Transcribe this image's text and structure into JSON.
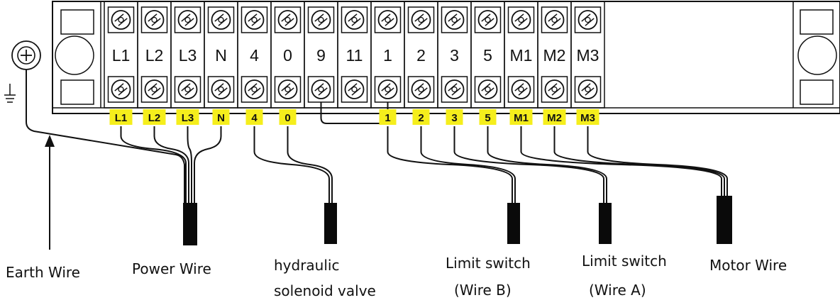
{
  "terminal_block": {
    "terminals": [
      "L1",
      "L2",
      "L3",
      "N",
      "4",
      "0",
      "9",
      "11",
      "1",
      "2",
      "3",
      "5",
      "M1",
      "M2",
      "M3"
    ]
  },
  "wire_tags": [
    {
      "label": "L1",
      "terminal": "L1"
    },
    {
      "label": "L2",
      "terminal": "L2"
    },
    {
      "label": "L3",
      "terminal": "L3"
    },
    {
      "label": "N",
      "terminal": "N"
    },
    {
      "label": "4",
      "terminal": "4"
    },
    {
      "label": "0",
      "terminal": "0"
    },
    {
      "label": "1",
      "terminal": "1"
    },
    {
      "label": "2",
      "terminal": "2"
    },
    {
      "label": "3",
      "terminal": "3"
    },
    {
      "label": "5",
      "terminal": "5"
    },
    {
      "label": "M1",
      "terminal": "M1"
    },
    {
      "label": "M2",
      "terminal": "M2"
    },
    {
      "label": "M3",
      "terminal": "M3"
    }
  ],
  "jumper": {
    "from": "9",
    "to": "1"
  },
  "cables": [
    {
      "name": "power-wire",
      "terminals": [
        "L1",
        "L2",
        "L3",
        "N"
      ]
    },
    {
      "name": "hydraulic-solenoid-valve",
      "terminals": [
        "4",
        "0"
      ]
    },
    {
      "name": "limit-switch-wire-b",
      "terminals": [
        "1",
        "2"
      ]
    },
    {
      "name": "limit-switch-wire-a",
      "terminals": [
        "3",
        "5"
      ]
    },
    {
      "name": "motor-wire",
      "terminals": [
        "M1",
        "M2",
        "M3"
      ]
    }
  ],
  "captions": {
    "earth_wire": "Earth Wire",
    "power_wire": "Power Wire",
    "solenoid_line1": "hydraulic",
    "solenoid_line2": "solenoid valve",
    "limit_b_line1": "Limit switch",
    "limit_b_line2": "(Wire B)",
    "limit_a_line1": "Limit switch",
    "limit_a_line2": "(Wire A)",
    "motor_wire": "Motor Wire"
  },
  "colors": {
    "tag_fill": "#f5ee1c",
    "line": "#111111",
    "block_fill": "#ffffff",
    "cable_jacket": "#0a0a0a"
  }
}
